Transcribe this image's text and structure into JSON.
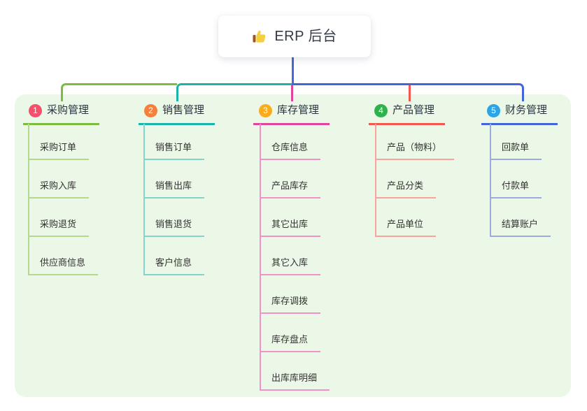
{
  "root": {
    "label": "ERP 后台",
    "icon": "thumbs-up-icon"
  },
  "colors": {
    "canvas_bg": "#ffffff",
    "container_bg": "#ebf7e7",
    "root_line": "#4a67d9",
    "root_text": "#333a45",
    "branch_title_text": "#2b3440",
    "item_text": "#333333"
  },
  "branches": [
    {
      "num": "1",
      "title": "采购管理",
      "badge_color": "#f4506c",
      "line_color": "#7cbd3e",
      "item_line_color": "#b4d98c",
      "items": [
        "采购订单",
        "采购入库",
        "采购退货",
        "供应商信息"
      ]
    },
    {
      "num": "2",
      "title": "销售管理",
      "badge_color": "#f5803e",
      "line_color": "#1cb3aa",
      "item_line_color": "#84d3cd",
      "items": [
        "销售订单",
        "销售出库",
        "销售退货",
        "客户信息"
      ]
    },
    {
      "num": "3",
      "title": "库存管理",
      "badge_color": "#fcab1c",
      "line_color": "#e0459e",
      "item_line_color": "#f192c7",
      "items": [
        "仓库信息",
        "产品库存",
        "其它出库",
        "其它入库",
        "库存调拨",
        "库存盘点",
        "出库库明细"
      ]
    },
    {
      "num": "4",
      "title": "产品管理",
      "badge_color": "#2eb34c",
      "line_color": "#f5564e",
      "item_line_color": "#faa29c",
      "items": [
        "产品（物料）",
        "产品分类",
        "产品单位"
      ]
    },
    {
      "num": "5",
      "title": "财务管理",
      "badge_color": "#2ba5e6",
      "line_color": "#4365d6",
      "item_line_color": "#9aabde",
      "items": [
        "回款单",
        "付款单",
        "结算账户"
      ]
    }
  ]
}
